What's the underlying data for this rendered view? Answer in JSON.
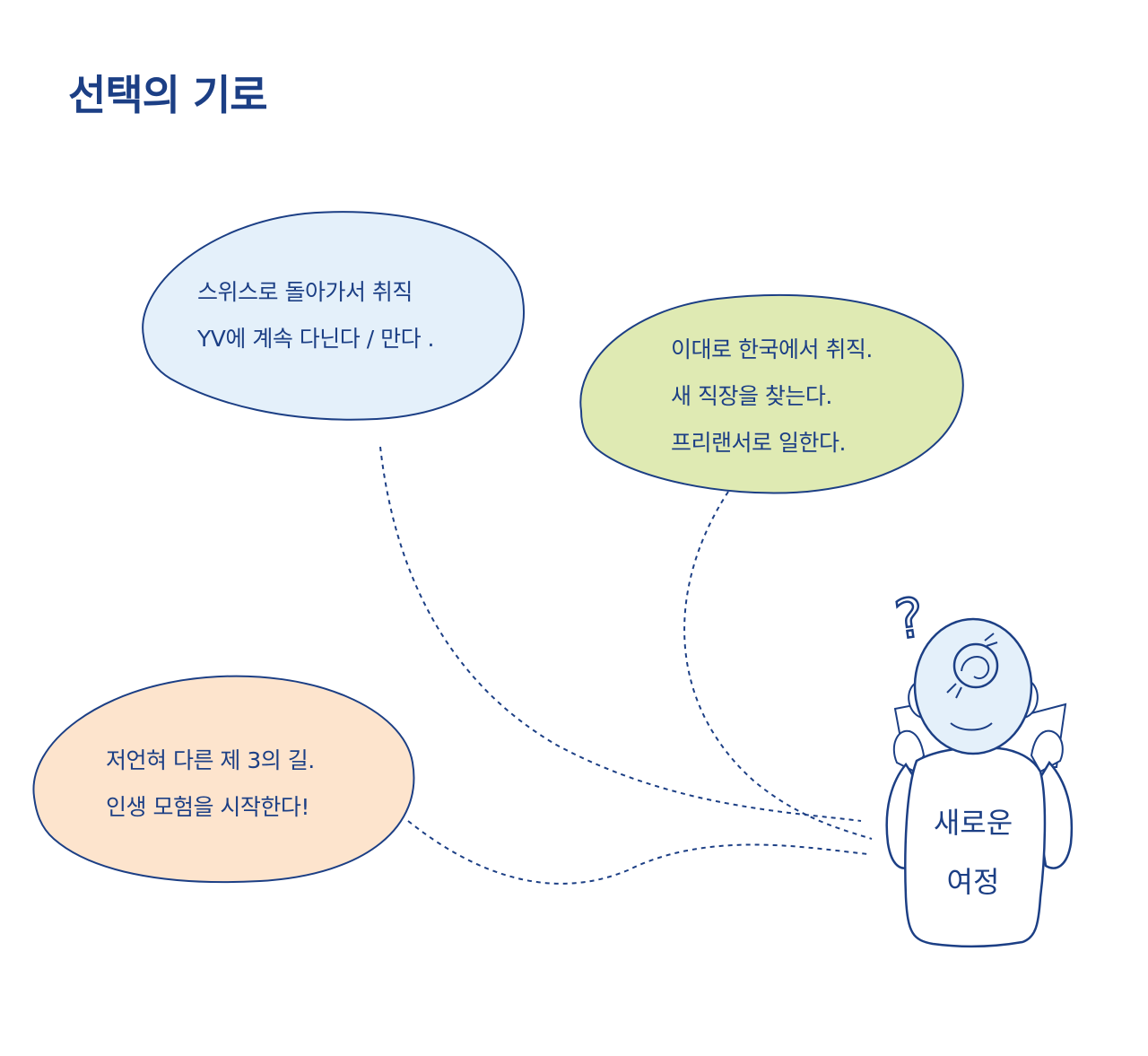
{
  "title": "선택의 기로",
  "colors": {
    "ink": "#1c3f85",
    "bubble_switzerland": "#e4f0fa",
    "bubble_korea": "#dfeab3",
    "bubble_third": "#fde4cd",
    "head_fill": "#e4f0fa",
    "background": "#ffffff"
  },
  "bubbles": {
    "switzerland": {
      "lines": [
        "스위스로 돌아가서 취직",
        "YV에 계속 다닌다 / 만다 ."
      ]
    },
    "korea": {
      "lines": [
        "이대로 한국에서 취직.",
        "새 직장을 찾는다.",
        "프리랜서로 일한다."
      ]
    },
    "third": {
      "lines": [
        "저언혀 다른 제 3의 길.",
        "인생 모험을 시작한다!"
      ]
    }
  },
  "figure": {
    "question_mark": "?",
    "shirt_lines": [
      "새로운",
      "여정"
    ]
  }
}
